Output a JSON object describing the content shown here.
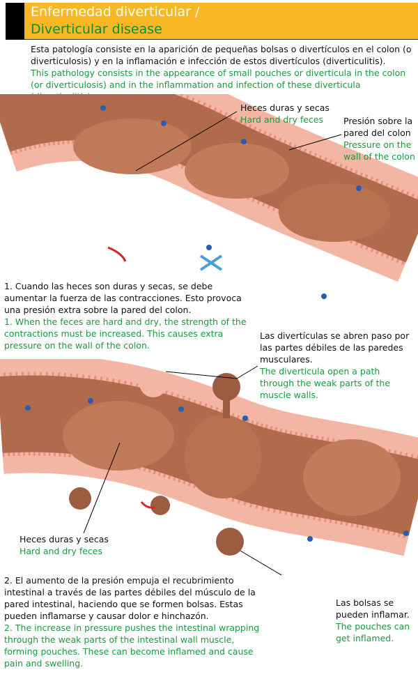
{
  "header": {
    "title_es": "Enfermedad diverticular /",
    "title_en": "Diverticular disease"
  },
  "intro": {
    "es": "Esta patología consiste en la aparición de pequeñas bolsas o divertículos en el colon (o diverticulosis) y en la inflamación e infección de estos divertículos (diverticulitis).",
    "en": "This pathology consists in the appearance of small pouches or diverticula in the colon (or diverticulosis) and in the inflammation and infection of these diverticula (diverticulitis)."
  },
  "figure1": {
    "label_feces": {
      "es": "Heces duras y secas",
      "en": "Hard and dry feces"
    },
    "label_pressure": {
      "es": "Presión sobre la pared del colon",
      "en": "Pressure on the wall of the colon"
    },
    "step": {
      "es": "1. Cuando las heces son duras y secas, se debe aumentar la fuerza de las contracciones. Esto provoca una presión extra sobre la pared del colon.",
      "en": "1. When the feces are hard and dry, the strength of the contractions must be increased. This causes extra pressure on the wall of the colon."
    }
  },
  "figure2": {
    "label_diverticula": {
      "es": "Las divertículas se abren paso por las partes débiles de las paredes musculares.",
      "en": "The diverticula open a path through the weak parts of the muscle walls."
    },
    "label_feces": {
      "es": "Heces duras y secas",
      "en": "Hard and dry feces"
    },
    "label_pouches": {
      "es": "Las bolsas se pueden inflamar.",
      "en": "The pouches can get inflamed."
    },
    "step": {
      "es": "2. El aumento de la presión empuja el recubrimiento intestinal a través de las partes débiles del músculo de la pared intestinal, haciendo que se formen bolsas. Estas pueden inflamarse y causar dolor e hinchazón.",
      "en": "2. The increase in pressure pushes the intestinal wrapping through the weak parts of the intestinal wall muscle, forming pouches. These can become inflamed and cause pain and swelling."
    }
  },
  "colors": {
    "header": "#f8b823",
    "green": "#1a9a3c",
    "wall": "#f3b6a4",
    "lumen": "#b06a4c"
  }
}
